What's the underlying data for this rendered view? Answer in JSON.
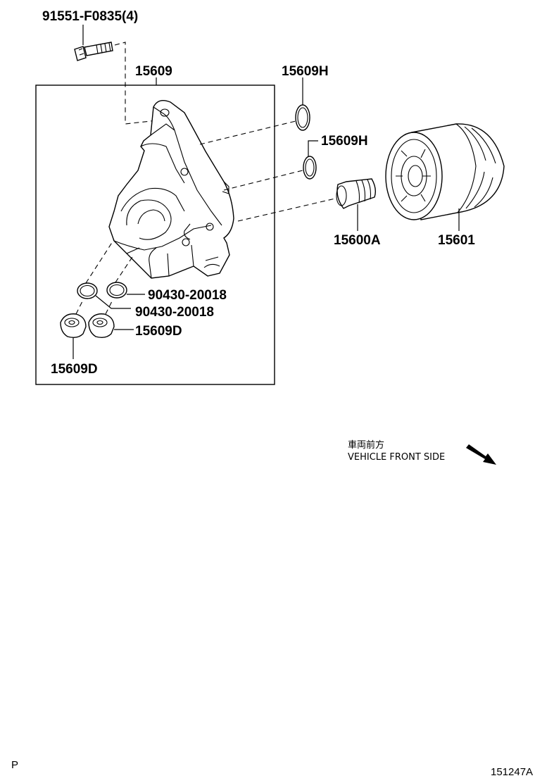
{
  "labels": {
    "bolt": "91551-F0835(4)",
    "housing": "15609",
    "oring_upper": "15609H",
    "oring_lower": "15609H",
    "union": "15600A",
    "filter": "15601",
    "gasket_a": "90430-20018",
    "gasket_b": "90430-20018",
    "plug_right": "15609D",
    "plug_left": "15609D"
  },
  "direction": {
    "japanese": "車両前方",
    "english": "VEHICLE FRONT SIDE"
  },
  "footer": {
    "left_mark": "P",
    "figure_id": "151247A"
  }
}
